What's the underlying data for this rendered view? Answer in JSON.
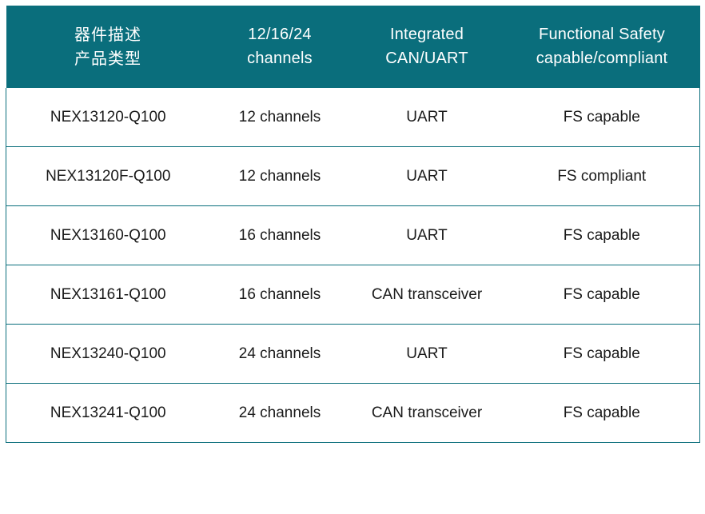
{
  "theme": {
    "header_bg": "#0a6e7c",
    "border": "#0a6e7c",
    "header_text": "#ffffff",
    "body_text": "#1a1a1a",
    "page_bg": "#ffffff"
  },
  "table": {
    "columns": [
      {
        "line1": "器件描述",
        "line2": "产品类型"
      },
      {
        "line1": "12/16/24",
        "line2": "channels"
      },
      {
        "line1": "Integrated",
        "line2": "CAN/UART"
      },
      {
        "line1": "Functional Safety",
        "line2": "capable/compliant"
      }
    ],
    "rows": [
      {
        "part": "NEX13120-Q100",
        "channels": "12 channels",
        "interface": "UART",
        "safety": "FS capable"
      },
      {
        "part": "NEX13120F-Q100",
        "channels": "12 channels",
        "interface": "UART",
        "safety": "FS compliant"
      },
      {
        "part": "NEX13160-Q100",
        "channels": "16 channels",
        "interface": "UART",
        "safety": "FS capable"
      },
      {
        "part": "NEX13161-Q100",
        "channels": "16 channels",
        "interface": "CAN transceiver",
        "safety": "FS capable"
      },
      {
        "part": "NEX13240-Q100",
        "channels": "24 channels",
        "interface": "UART",
        "safety": "FS capable"
      },
      {
        "part": "NEX13241-Q100",
        "channels": "24 channels",
        "interface": "CAN transceiver",
        "safety": "FS capable"
      }
    ]
  }
}
